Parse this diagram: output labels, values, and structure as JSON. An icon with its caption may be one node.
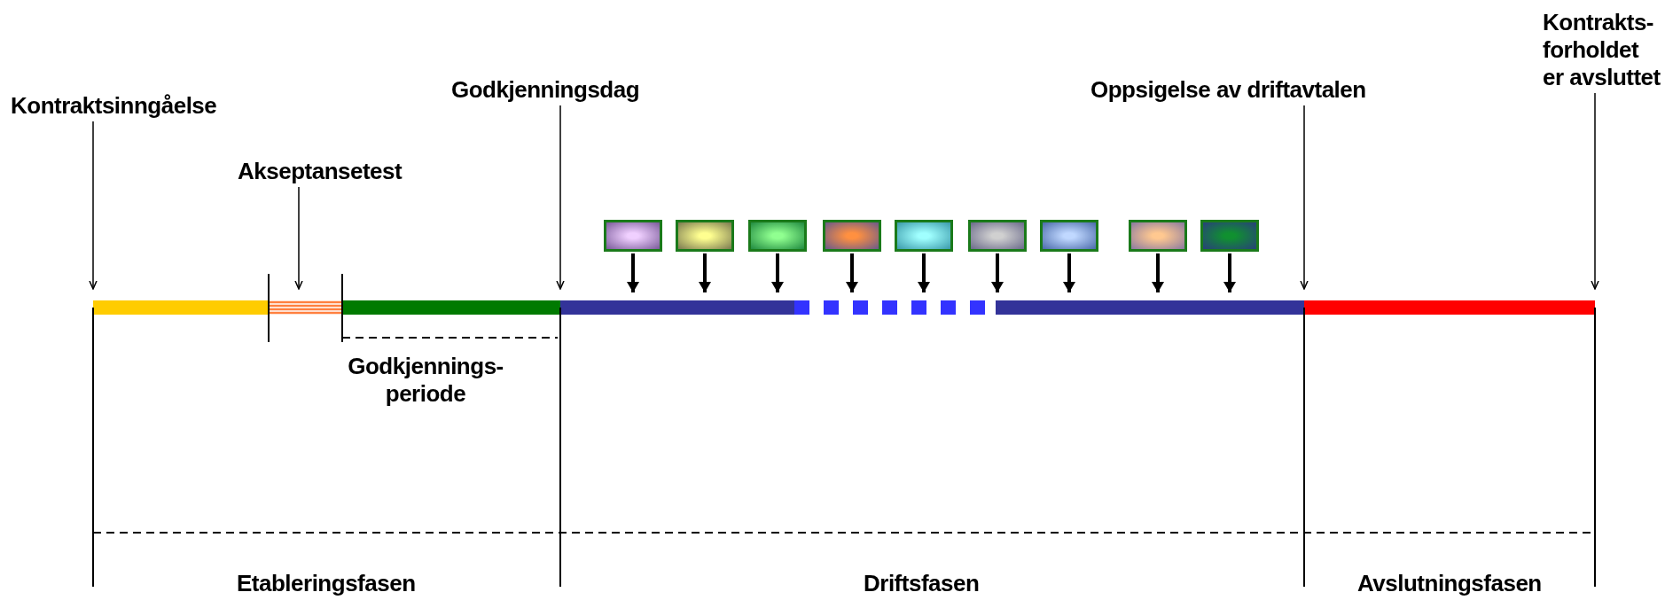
{
  "diagram": {
    "nodes": [
      {
        "text": [
          "Kontraktsinngåelse"
        ]
      },
      {
        "text": [
          "Akseptansetest"
        ]
      },
      {
        "text": [
          "Godkjenningsdag"
        ]
      },
      {
        "text": [
          "Oppsigelse av driftavtalen"
        ]
      },
      {
        "text": [
          "Kontrakts- forholdet er avsluttet"
        ]
      },
      {
        "text": [],
        "shape": "box"
      },
      {
        "text": [],
        "shape": "box"
      },
      {
        "text": [],
        "shape": "box"
      },
      {
        "text": [],
        "shape": "box"
      },
      {
        "text": [],
        "shape": "box"
      },
      {
        "text": [],
        "shape": "box"
      },
      {
        "text": [],
        "shape": "box"
      },
      {
        "text": [],
        "shape": "box"
      },
      {
        "text": [],
        "shape": "box"
      }
    ],
    "edges": [
      {
        "from": 0,
        "to": null,
        "arrow": "to"
      },
      {
        "from": 1,
        "to": null,
        "arrow": "to"
      },
      {
        "from": 2,
        "to": null,
        "arrow": "to"
      },
      {
        "from": 3,
        "to": null,
        "arrow": "to"
      },
      {
        "from": 4,
        "to": null,
        "arrow": "to"
      },
      {
        "from": 5,
        "to": null,
        "arrow": "to"
      },
      {
        "from": 6,
        "to": null,
        "arrow": "to"
      },
      {
        "from": 7,
        "to": null,
        "arrow": "to"
      },
      {
        "from": 8,
        "to": null,
        "arrow": "to"
      },
      {
        "from": 9,
        "to": null,
        "arrow": "to"
      },
      {
        "from": 10,
        "to": null,
        "arrow": "to"
      },
      {
        "from": 11,
        "to": null,
        "arrow": "to"
      },
      {
        "from": 12,
        "to": null,
        "arrow": "to"
      },
      {
        "from": 13,
        "to": null,
        "arrow": "to"
      }
    ],
    "labels": [
      "Godkjennings- periode",
      "Etableringsfasen",
      "Driftsfasen",
      "Avslutningsfasen"
    ]
  }
}
